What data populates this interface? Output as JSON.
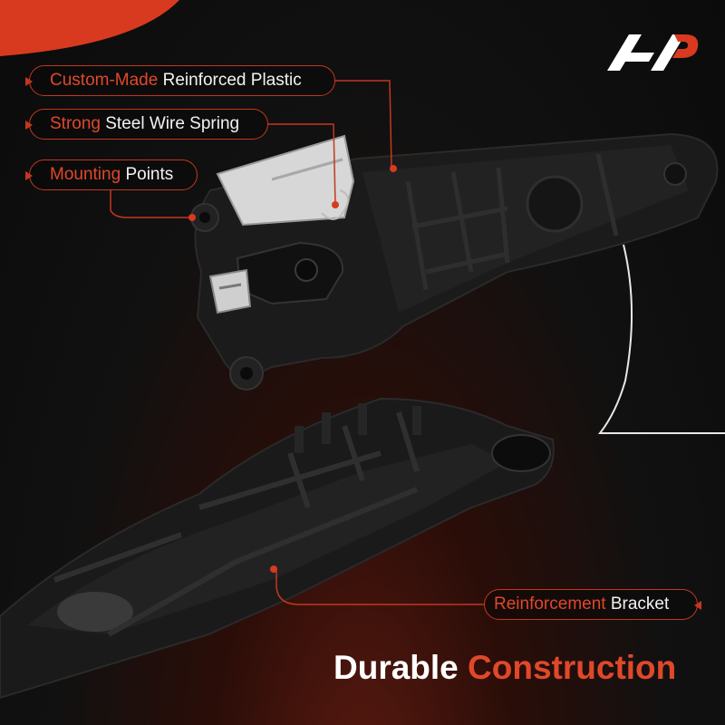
{
  "callouts": {
    "plastic": {
      "accent": "Custom-Made",
      "text": " Reinforced Plastic"
    },
    "spring": {
      "accent": "Strong",
      "text": " Steel Wire Spring"
    },
    "mounting": {
      "accent": "Mounting",
      "text": " Points"
    },
    "bracket": {
      "accent": "Reinforcement",
      "text": " Bracket"
    }
  },
  "headline": {
    "main": "Durable ",
    "accent": "Construction"
  },
  "colors": {
    "accent": "#e0482a",
    "callout_border": "#c4371d",
    "text": "#f2f2f2",
    "background": "#0b0b0b"
  }
}
